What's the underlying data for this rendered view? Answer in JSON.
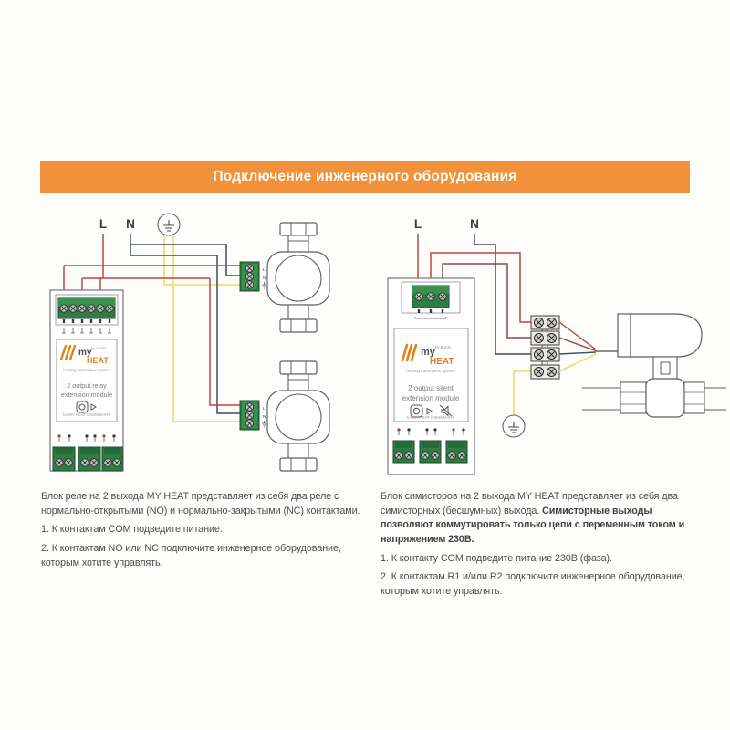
{
  "header": {
    "title": "Подключение инженерного оборудования"
  },
  "colors": {
    "banner_orange": "#F2913B",
    "wire_phase_red": "#BF4543",
    "wire_neutral_navy": "#404A64",
    "wire_ground_yellow": "#E7E47E",
    "wire_output_maroon": "#8E4744",
    "terminal_green": "#2F7D45",
    "logo_orange": "#E0811C"
  },
  "left_diagram": {
    "phase_label": "L",
    "neutral_label": "N",
    "module": {
      "brand_my": "my",
      "brand_heat": "HEAT",
      "brand_by": "by EVAN",
      "tagline": "heating automation system",
      "name_line1": "2 output relay",
      "name_line2": "extension module",
      "footer": "for MY HEAT GSM/SMART"
    },
    "pump_terminal_labels": {
      "phase": "L",
      "neutral": "N"
    }
  },
  "right_diagram": {
    "phase_label": "L",
    "neutral_label": "N",
    "module": {
      "brand_my": "my",
      "brand_heat": "HEAT",
      "brand_by": "by EVAN",
      "tagline": "heating automation system",
      "name_line1": "2 output silent",
      "name_line2": "extension module",
      "footer": "for MY HEAT GSM/SMART"
    }
  },
  "left_text": {
    "intro": "Блок реле на 2 выхода MY HEAT представляет из себя два реле с нормально-открытыми (NO) и нормально-закрытыми (NC) контактами.",
    "item1": "1. К контактам COM подведите питание.",
    "item2": "2. К контактам NO или NC подключите инженерное оборудование, которым хотите управлять."
  },
  "right_text": {
    "intro": "Блок симисторов на 2 выхода MY HEAT представляет из себя два симисторных (бесшумных) выхода. ",
    "intro_bold": "Симисторные выходы позволяют коммутировать только цепи с переменным током и напряжением 230В.",
    "item1": "1. К контакту COM подведите питание 230В (фаза).",
    "item2": "2. К контактам R1 и/или R2 подключите инженерное оборудование, которым хотите управлять."
  }
}
